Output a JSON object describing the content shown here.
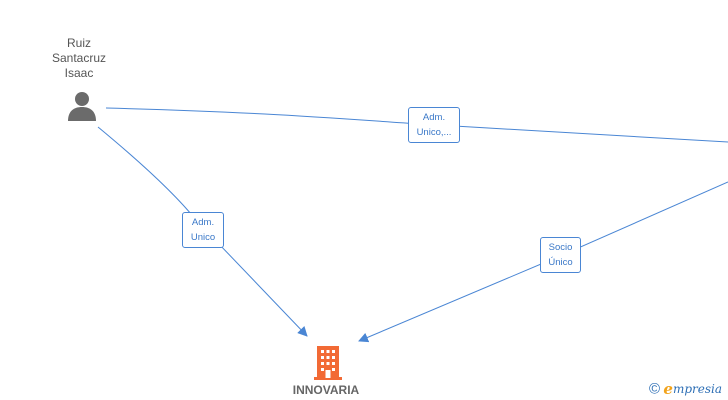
{
  "nodes": {
    "person": {
      "name_lines": [
        "Ruiz",
        "Santacruz",
        "Isaac"
      ],
      "icon": "person-icon"
    },
    "company": {
      "name": "INNOVARIA",
      "icon": "building-icon"
    }
  },
  "edges": [
    {
      "id": "edge-person-offscreen",
      "label_lines": [
        "Adm.",
        "Unico,..."
      ]
    },
    {
      "id": "edge-person-company",
      "label_lines": [
        "Adm.",
        "Unico"
      ]
    },
    {
      "id": "edge-offscreen-company",
      "label_lines": [
        "Socio",
        "Único"
      ]
    }
  ],
  "brand": {
    "copyright_symbol": "©",
    "first_letter": "e",
    "rest": "mpresia"
  },
  "colors": {
    "edge": "#4a86d4",
    "edge_text": "#3a78c8",
    "person_icon": "#6b6b6b",
    "company_icon": "#f26a35",
    "brand_blue": "#2e6fb5",
    "brand_orange": "#f2a31b"
  }
}
